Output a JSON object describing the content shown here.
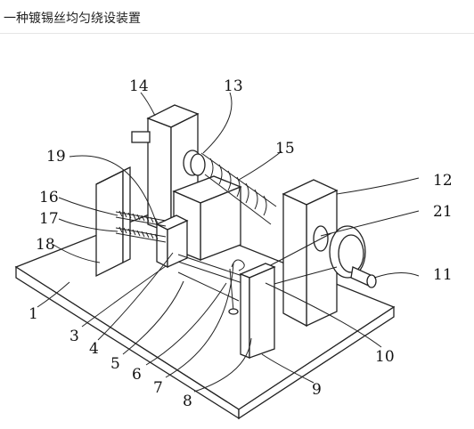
{
  "page": {
    "title": "一种镀锡丝均匀绕设装置"
  },
  "diagram": {
    "labels": [
      {
        "id": "1",
        "text": "1"
      },
      {
        "id": "3",
        "text": "3"
      },
      {
        "id": "4",
        "text": "4"
      },
      {
        "id": "5",
        "text": "5"
      },
      {
        "id": "6",
        "text": "6"
      },
      {
        "id": "7",
        "text": "7"
      },
      {
        "id": "8",
        "text": "8"
      },
      {
        "id": "9",
        "text": "9"
      },
      {
        "id": "10",
        "text": "10"
      },
      {
        "id": "11",
        "text": "11"
      },
      {
        "id": "12",
        "text": "12"
      },
      {
        "id": "13",
        "text": "13"
      },
      {
        "id": "14",
        "text": "14"
      },
      {
        "id": "15",
        "text": "15"
      },
      {
        "id": "16",
        "text": "16"
      },
      {
        "id": "17",
        "text": "17"
      },
      {
        "id": "18",
        "text": "18"
      },
      {
        "id": "19",
        "text": "19"
      },
      {
        "id": "21",
        "text": "21"
      }
    ]
  }
}
